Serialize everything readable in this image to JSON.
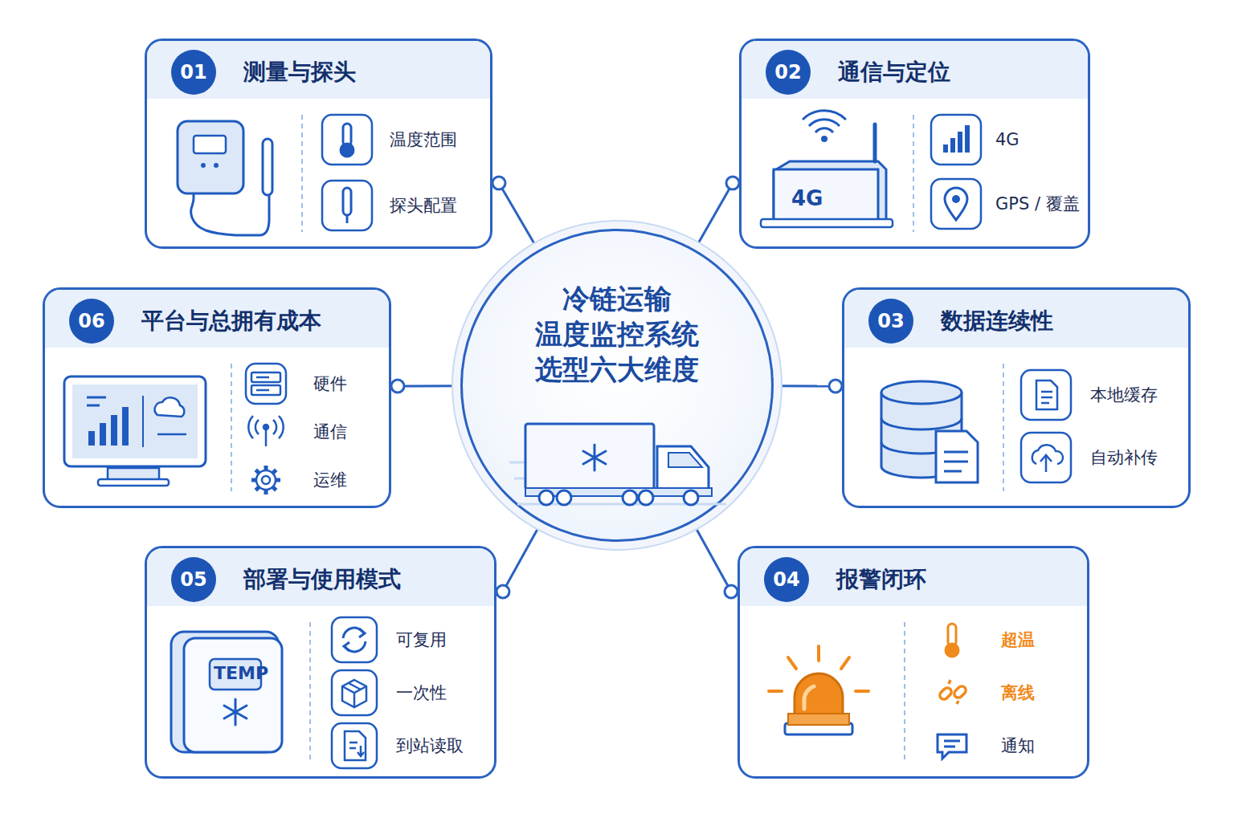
{
  "diagram": {
    "nodes": [
      {
        "text": [
          "冷链运输 温度监控系统 选型六大维度"
        ]
      },
      {
        "text": [
          "01",
          "测量与探头",
          "温度范围",
          "探头配置"
        ]
      },
      {
        "text": [
          "02",
          "通信与定位",
          "4G",
          "GPS / 覆盖"
        ]
      },
      {
        "text": [
          "06",
          "平台与总拥有成本",
          "硬件",
          "通信",
          "运维"
        ]
      },
      {
        "text": [
          "03",
          "数据连续性",
          "本地缓存",
          "自动补传"
        ]
      },
      {
        "text": [
          "05",
          "部署与使用模式",
          "可复用",
          "一次性",
          "到站读取"
        ]
      },
      {
        "text": [
          "04",
          "报警闭环",
          "超温",
          "离线",
          "通知"
        ]
      }
    ],
    "edges": [
      {
        "from": 0,
        "to": 1,
        "arrow": "none"
      },
      {
        "from": 0,
        "to": 2,
        "arrow": "none"
      },
      {
        "from": 0,
        "to": 3,
        "arrow": "none"
      },
      {
        "from": 0,
        "to": 4,
        "arrow": "none"
      },
      {
        "from": 0,
        "to": 5,
        "arrow": "none"
      },
      {
        "from": 0,
        "to": 6,
        "arrow": "none"
      }
    ],
    "labels": [
      "4G",
      "TEMP"
    ]
  }
}
